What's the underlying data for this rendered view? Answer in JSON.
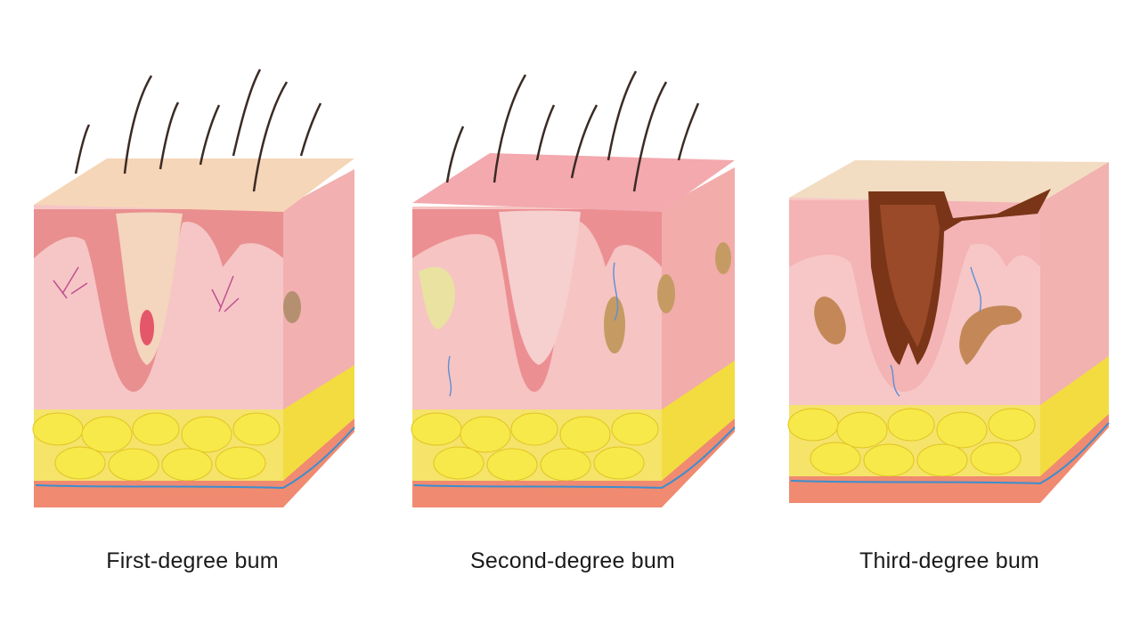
{
  "figure": {
    "background_color": "#ffffff",
    "panels": [
      {
        "caption": "First-degree bum",
        "burn_color": "#e8b7a4"
      },
      {
        "caption": "Second-degree bum",
        "burn_color": "#f2a8a8"
      },
      {
        "caption": "Third-degree bum",
        "burn_color": "#7a3518"
      }
    ]
  }
}
